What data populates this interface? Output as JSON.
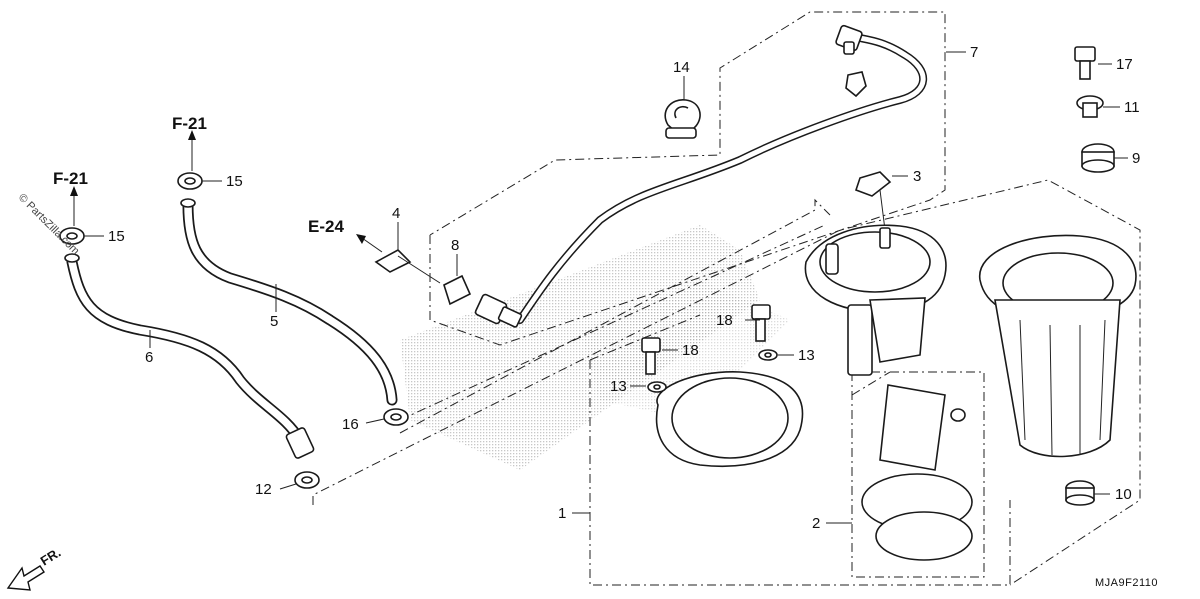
{
  "diagram": {
    "callouts": [
      {
        "id": "c1",
        "label": "1"
      },
      {
        "id": "c2",
        "label": "2"
      },
      {
        "id": "c3",
        "label": "3"
      },
      {
        "id": "c4",
        "label": "4"
      },
      {
        "id": "c5",
        "label": "5"
      },
      {
        "id": "c6",
        "label": "6"
      },
      {
        "id": "c7",
        "label": "7"
      },
      {
        "id": "c8",
        "label": "8"
      },
      {
        "id": "c9",
        "label": "9"
      },
      {
        "id": "c10",
        "label": "10"
      },
      {
        "id": "c11",
        "label": "11"
      },
      {
        "id": "c12",
        "label": "12"
      },
      {
        "id": "c13a",
        "label": "13"
      },
      {
        "id": "c13b",
        "label": "13"
      },
      {
        "id": "c14",
        "label": "14"
      },
      {
        "id": "c15a",
        "label": "15"
      },
      {
        "id": "c15b",
        "label": "15"
      },
      {
        "id": "c16",
        "label": "16"
      },
      {
        "id": "c17",
        "label": "17"
      },
      {
        "id": "c18a",
        "label": "18"
      },
      {
        "id": "c18b",
        "label": "18"
      }
    ],
    "references": {
      "f21_left": "F-21",
      "f21_mid": "F-21",
      "e24": "E-24"
    },
    "front_marker": "FR.",
    "diagram_code": "MJA9F2110",
    "watermark": "© PartsZilla.com"
  }
}
